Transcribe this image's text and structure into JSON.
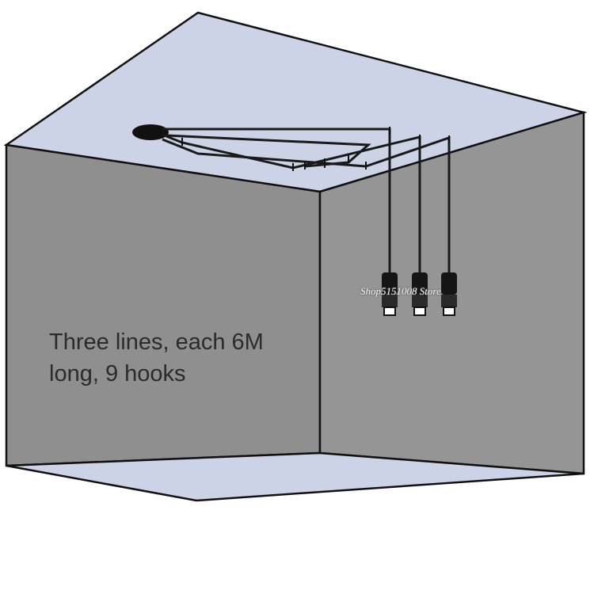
{
  "description": {
    "line1": "Three lines, each 6M",
    "line2": "long, 9 hooks"
  },
  "watermark": "Shop5151008 Store",
  "colors": {
    "ceiling": "#cdd3e7",
    "left_wall": "#8f8f8f",
    "right_wall": "#959595",
    "floor": "#cdd3e7",
    "cable": "#1a1a1a",
    "outline": "#111111"
  },
  "pendants": {
    "count": 3,
    "lines": 3,
    "hooks": 9
  }
}
